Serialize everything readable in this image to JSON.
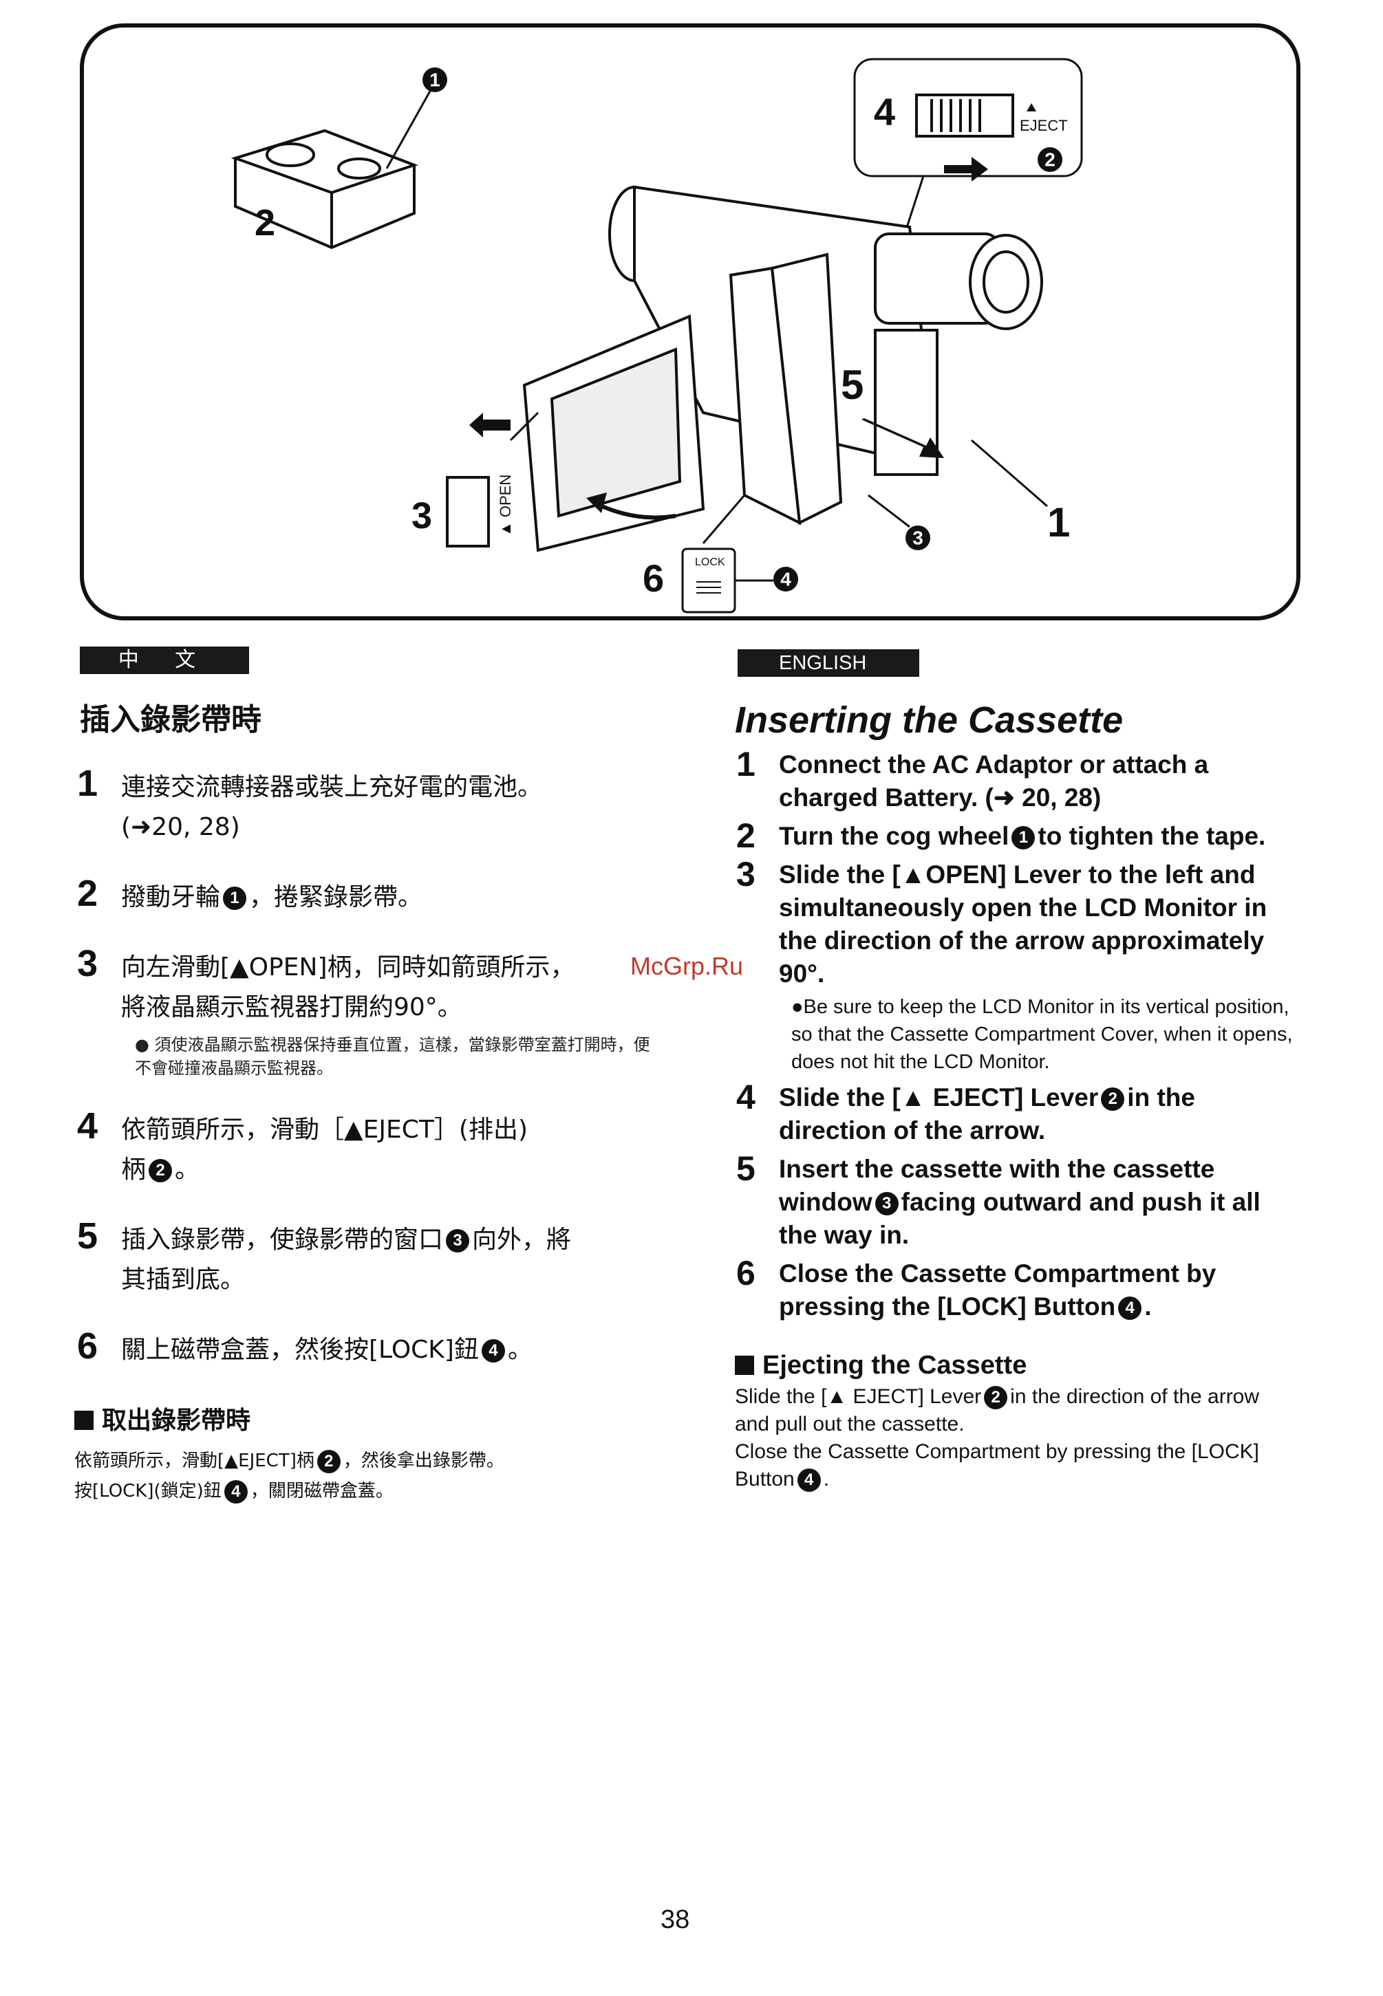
{
  "figure": {
    "labels": {
      "cassette": "2",
      "lever_open": "3",
      "eject_lever": "4",
      "insert": "5",
      "lock_button": "6",
      "camcorder": "1"
    },
    "callouts": [
      "1",
      "2",
      "3",
      "4"
    ],
    "eject_text": "EJECT",
    "open_text": "▲ OPEN",
    "lock_text": "LOCK"
  },
  "zh": {
    "lang_label": "中 文",
    "title": "插入錄影帶時",
    "steps": [
      {
        "num": "1",
        "text": "連接交流轉接器或裝上充好電的電池。",
        "text2": "(➜20, 28)"
      },
      {
        "num": "2",
        "text_a": "撥動牙輪",
        "text_b": "，捲緊錄影帶。"
      },
      {
        "num": "3",
        "text": "向左滑動[▲OPEN]柄，同時如箭頭所示，",
        "text2": "將液晶顯示監視器打開約90°。",
        "note": "● 須使液晶顯示監視器保持垂直位置，這樣，當錄影帶室蓋打開時，便不會碰撞液晶顯示監視器。"
      },
      {
        "num": "4",
        "text": "依箭頭所示，滑動［▲EJECT］(排出)",
        "text2_a": "柄",
        "text2_b": "。"
      },
      {
        "num": "5",
        "text_a": "插入錄影帶，使錄影帶的窗口",
        "text_b": "向外，將",
        "text2": "其插到底。"
      },
      {
        "num": "6",
        "text_a": "關上磁帶盒蓋，然後按[LOCK]鈕",
        "text_b": "。"
      }
    ],
    "eject_heading": "取出錄影帶時",
    "eject_line1_a": "依箭頭所示，滑動[▲EJECT]柄",
    "eject_line1_b": "，然後拿出錄影帶。",
    "eject_line2_a": "按[LOCK](鎖定)鈕",
    "eject_line2_b": "，關閉磁帶盒蓋。"
  },
  "en": {
    "lang_label": "ENGLISH",
    "title": "Inserting the Cassette",
    "steps": [
      {
        "num": "1",
        "text": "Connect the AC Adaptor or attach a charged Battery. (➜ 20, 28)"
      },
      {
        "num": "2",
        "text_a": "Turn the cog wheel",
        "text_b": "to tighten the tape."
      },
      {
        "num": "3",
        "text": "Slide the [▲OPEN] Lever to the left and simultaneously open the LCD Monitor in the direction of the arrow approximately 90°.",
        "note": "●Be sure to keep the LCD Monitor in its vertical position, so that the Cassette Compartment Cover, when it opens, does not hit the LCD Monitor."
      },
      {
        "num": "4",
        "text_a": "Slide the [▲ EJECT] Lever",
        "text_b": "in the direction of the arrow."
      },
      {
        "num": "5",
        "text_a": "Insert the cassette with the cassette window",
        "text_b": "facing outward and push it all the way in."
      },
      {
        "num": "6",
        "text_a": "Close the Cassette Compartment by pressing the [LOCK] Button",
        "text_b": "."
      }
    ],
    "eject_heading": "Ejecting the Cassette",
    "eject_line1_a": "Slide the [▲ EJECT] Lever",
    "eject_line1_b": "in the direction of the arrow and pull out the cassette.",
    "eject_line2_a": "Close the Cassette Compartment by pressing the [LOCK] Button",
    "eject_line2_b": "."
  },
  "watermark": "McGrp.Ru",
  "page_number": "38"
}
